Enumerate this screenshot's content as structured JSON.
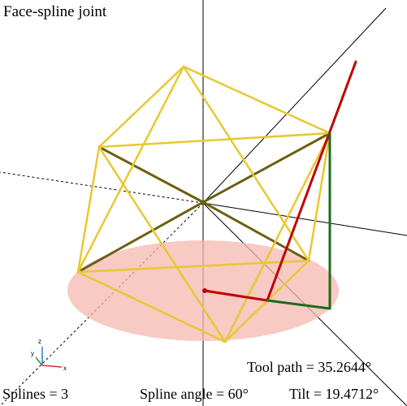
{
  "viewer": {
    "title": "Face-spline joint",
    "tool_path_text": "Tool path = 35.2644°",
    "splines_text": "Splines = 3",
    "spline_angle_text": "Spline angle = 60°",
    "tilt_text": "Tilt = 19.4712°",
    "axis_labels": {
      "x": "x",
      "y": "y",
      "z": "z"
    }
  },
  "colors": {
    "background": "#ffffff",
    "wireframe_front": "#e8c830",
    "wireframe_back": "#6b5f10",
    "disk_fill": "#f6b8b0",
    "tool_path_red": "#c00000",
    "tool_vertical_green": "#1a6b1a",
    "axis_lines": "#000000"
  },
  "icons": [
    "axis-triad-icon"
  ]
}
